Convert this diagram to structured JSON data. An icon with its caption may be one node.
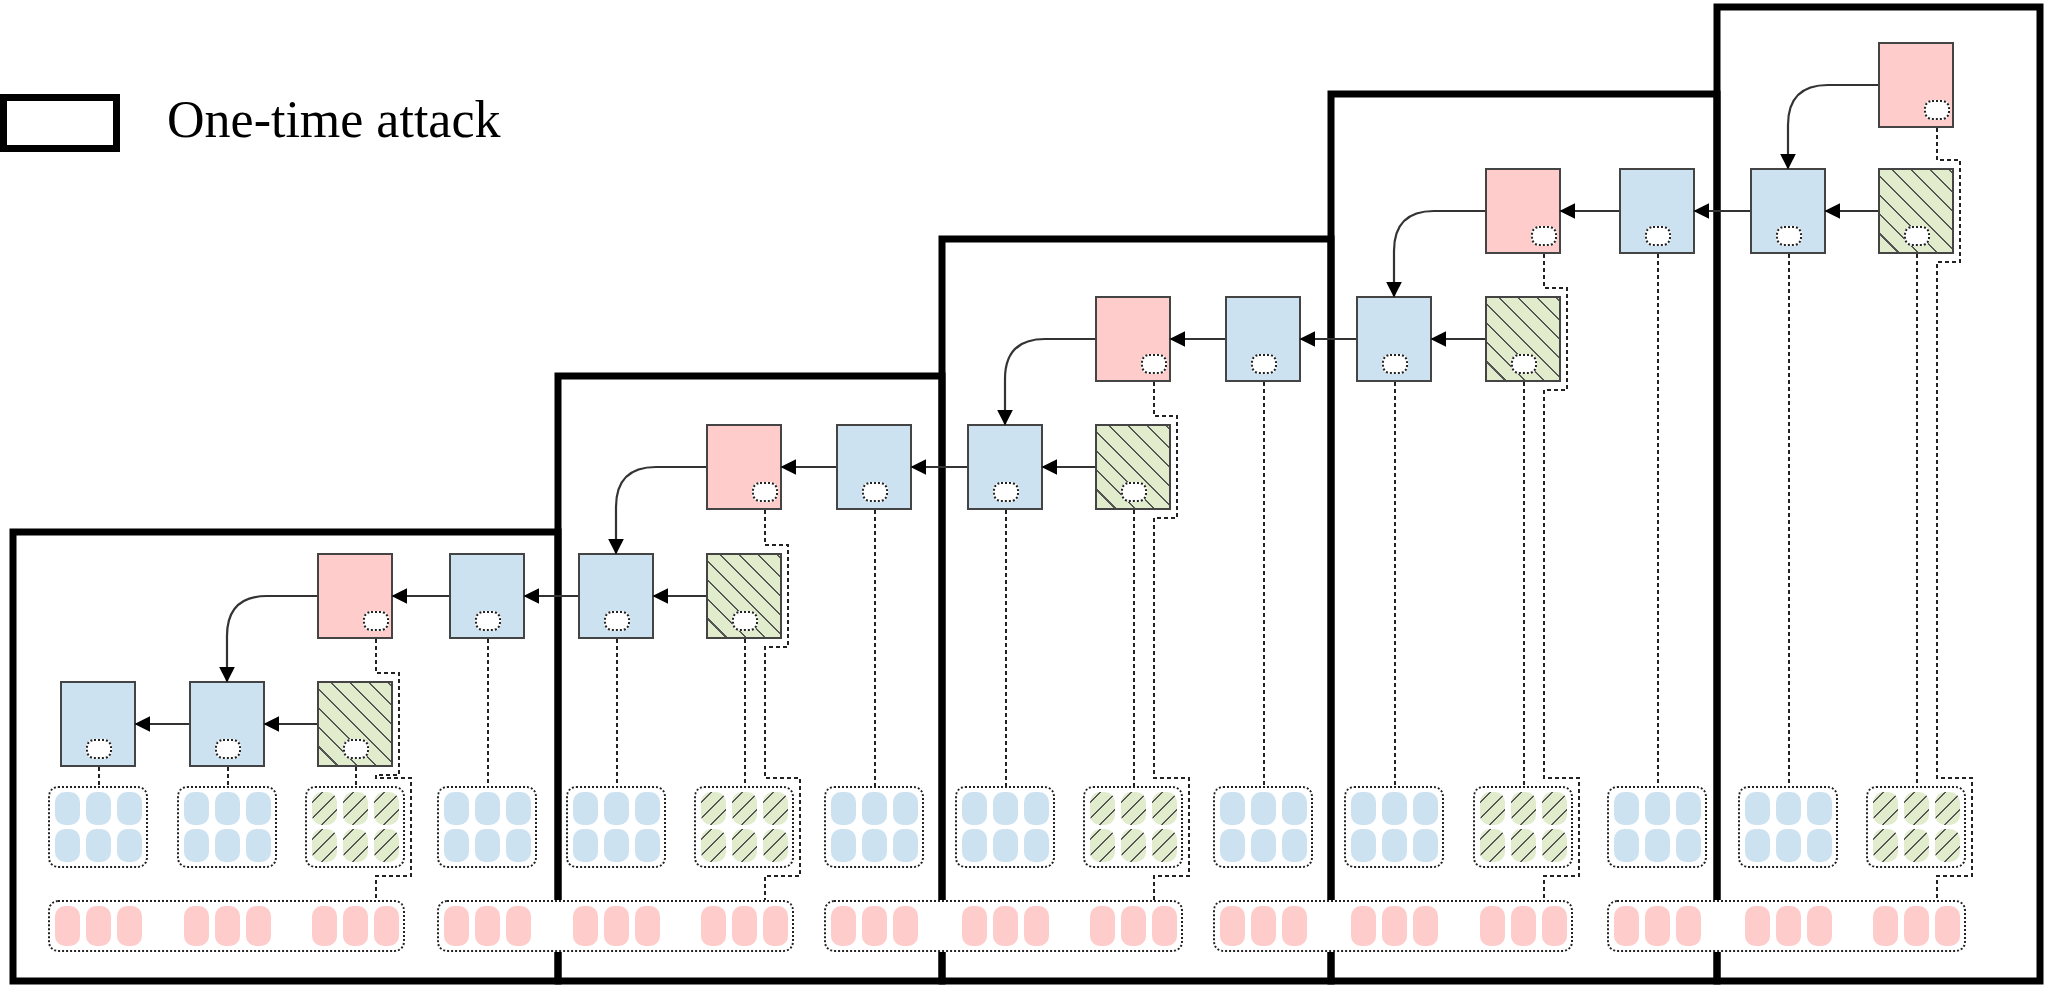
{
  "diagram": {
    "nodes": [
      {
        "text": [],
        "shape": "box"
      },
      {
        "text": [],
        "shape": "box"
      },
      {
        "text": [],
        "shape": "box"
      },
      {
        "text": [],
        "shape": "box"
      },
      {
        "text": [],
        "shape": "box"
      },
      {
        "text": [],
        "shape": "box"
      },
      {
        "text": [],
        "shape": "box"
      },
      {
        "text": [],
        "shape": "box"
      },
      {
        "text": [],
        "shape": "box"
      },
      {
        "text": [],
        "shape": "box"
      },
      {
        "text": [],
        "shape": "box"
      },
      {
        "text": [],
        "shape": "box"
      },
      {
        "text": [],
        "shape": "box"
      },
      {
        "text": [],
        "shape": "box"
      },
      {
        "text": [],
        "shape": "box"
      },
      {
        "text": [],
        "shape": "box"
      },
      {
        "text": [],
        "shape": "box"
      },
      {
        "text": [],
        "shape": "box"
      },
      {
        "text": [],
        "shape": "box"
      },
      {
        "text": [],
        "shape": "box"
      },
      {
        "text": [],
        "shape": "box"
      },
      {
        "text": [],
        "shape": "box"
      },
      {
        "text": [],
        "shape": "box"
      },
      {
        "text": [],
        "shape": "box"
      },
      {
        "text": [],
        "shape": "box"
      },
      {
        "text": [],
        "shape": "box"
      },
      {
        "text": [],
        "shape": "box"
      },
      {
        "text": [],
        "shape": "box"
      },
      {
        "text": [],
        "shape": "box"
      },
      {
        "text": [],
        "shape": "box"
      },
      {
        "text": [],
        "shape": "box"
      },
      {
        "text": [],
        "shape": "box"
      },
      {
        "text": [],
        "shape": "box"
      },
      {
        "text": [],
        "shape": "box"
      },
      {
        "text": [],
        "shape": "box"
      },
      {
        "text": [],
        "shape": "box"
      },
      {
        "text": [],
        "shape": "box"
      },
      {
        "text": [],
        "shape": "box"
      },
      {
        "text": [],
        "shape": "box"
      },
      {
        "text": [],
        "shape": "box"
      }
    ],
    "edges": [
      {
        "from": 0,
        "to": 3,
        "arrow": "to"
      },
      {
        "from": 4,
        "to": 3,
        "arrow": "to"
      },
      {
        "from": 3,
        "to": 2,
        "arrow": "to"
      },
      {
        "from": 2,
        "to": 1,
        "arrow": "to"
      },
      {
        "from": 1,
        "to": 7,
        "arrow": "to"
      },
      {
        "from": 8,
        "to": 7,
        "arrow": "to"
      },
      {
        "from": 7,
        "to": 6,
        "arrow": "to"
      },
      {
        "from": 6,
        "to": 5,
        "arrow": "to"
      },
      {
        "from": 5,
        "to": 11,
        "arrow": "to"
      },
      {
        "from": 12,
        "to": 11,
        "arrow": "to"
      },
      {
        "from": 11,
        "to": 10,
        "arrow": "to"
      },
      {
        "from": 10,
        "to": 9,
        "arrow": "to"
      },
      {
        "from": 9,
        "to": 15,
        "arrow": "to"
      },
      {
        "from": 16,
        "to": 15,
        "arrow": "to"
      },
      {
        "from": 15,
        "to": 14,
        "arrow": "to"
      },
      {
        "from": 14,
        "to": 13,
        "arrow": "to"
      },
      {
        "from": 13,
        "to": 18,
        "arrow": "to"
      },
      {
        "from": 19,
        "to": 18,
        "arrow": "to"
      },
      {
        "from": 18,
        "to": 17,
        "arrow": "to"
      },
      {
        "from": 0,
        "to": 39,
        "arrow": "none",
        "style": "dashed"
      },
      {
        "from": 1,
        "to": 38,
        "arrow": "none",
        "style": "dashed"
      },
      {
        "from": 2,
        "to": 32,
        "arrow": "none",
        "style": "dashed"
      },
      {
        "from": 3,
        "to": 33,
        "arrow": "none",
        "style": "dashed"
      },
      {
        "from": 4,
        "to": 34,
        "arrow": "none",
        "style": "dashed"
      },
      {
        "from": 5,
        "to": 37,
        "arrow": "none",
        "style": "dashed"
      },
      {
        "from": 6,
        "to": 29,
        "arrow": "none",
        "style": "dashed"
      },
      {
        "from": 7,
        "to": 30,
        "arrow": "none",
        "style": "dashed"
      },
      {
        "from": 8,
        "to": 31,
        "arrow": "none",
        "style": "dashed"
      },
      {
        "from": 9,
        "to": 36,
        "arrow": "none",
        "style": "dashed"
      },
      {
        "from": 10,
        "to": 26,
        "arrow": "none",
        "style": "dashed"
      },
      {
        "from": 11,
        "to": 27,
        "arrow": "none",
        "style": "dashed"
      },
      {
        "from": 12,
        "to": 28,
        "arrow": "none",
        "style": "dashed"
      },
      {
        "from": 13,
        "to": 35,
        "arrow": "none",
        "style": "dashed"
      },
      {
        "from": 14,
        "to": 23,
        "arrow": "none",
        "style": "dashed"
      },
      {
        "from": 15,
        "to": 24,
        "arrow": "none",
        "style": "dashed"
      },
      {
        "from": 16,
        "to": 25,
        "arrow": "none",
        "style": "dashed"
      },
      {
        "from": 17,
        "to": 20,
        "arrow": "none",
        "style": "dashed"
      },
      {
        "from": 18,
        "to": 21,
        "arrow": "none",
        "style": "dashed"
      },
      {
        "from": 19,
        "to": 22,
        "arrow": "none",
        "style": "dashed"
      }
    ],
    "legend": [
      {
        "text": "One-time attack"
      }
    ]
  }
}
